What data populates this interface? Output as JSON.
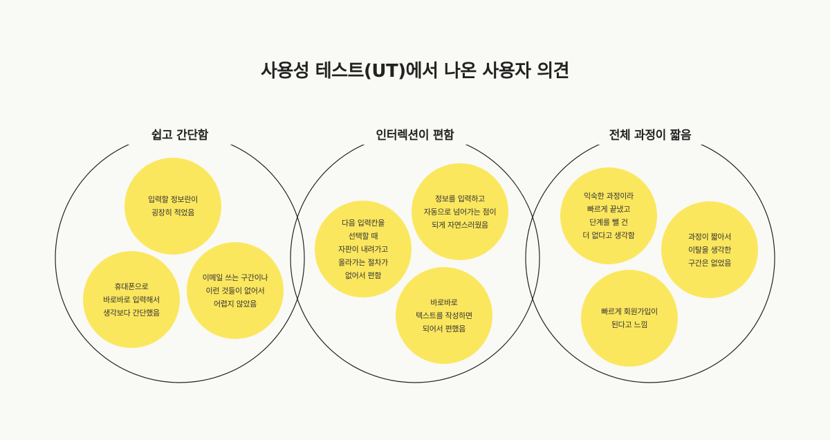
{
  "title": "사용성 테스트(UT)에서 나온 사용자 의견",
  "colors": {
    "background": "#f9f9f5",
    "bubble": "#fbe75e",
    "ring": "#222222",
    "text": "#222222"
  },
  "groups": [
    {
      "label": "쉽고 간단함",
      "bubbles": [
        {
          "lines": [
            "입력할 정보란이",
            "굉장히 적었음"
          ]
        },
        {
          "lines": [
            "휴대폰으로",
            "바로바로 입력해서",
            "생각보다 간단했음"
          ]
        },
        {
          "lines": [
            "이메일 쓰는 구간이나",
            "이런 것들이 없어서",
            "어렵지 않았음"
          ]
        }
      ]
    },
    {
      "label": "인터렉션이 편함",
      "bubbles": [
        {
          "lines": [
            "정보를 입력하고",
            "자동으로 넘어가는 점이",
            "되게 자연스러웠음"
          ]
        },
        {
          "lines": [
            "다음 입력칸을",
            "선택할 때",
            "자판이 내려가고",
            "올라가는 절차가",
            "없어서 편함"
          ]
        },
        {
          "lines": [
            "바로바로",
            "텍스트를 작성하면",
            "되어서 편했음"
          ]
        }
      ]
    },
    {
      "label": "전체 과정이 짧음",
      "bubbles": [
        {
          "lines": [
            "익숙한 과정이라",
            "빠르게 끝냈고",
            "단계를 뺄 건",
            "더 없다고 생각함"
          ]
        },
        {
          "lines": [
            "과정이 짧아서",
            "이탈을 생각한",
            "구간은 없었음"
          ]
        },
        {
          "lines": [
            "빠르게 회원가입이",
            "된다고 느낌"
          ]
        }
      ]
    }
  ]
}
